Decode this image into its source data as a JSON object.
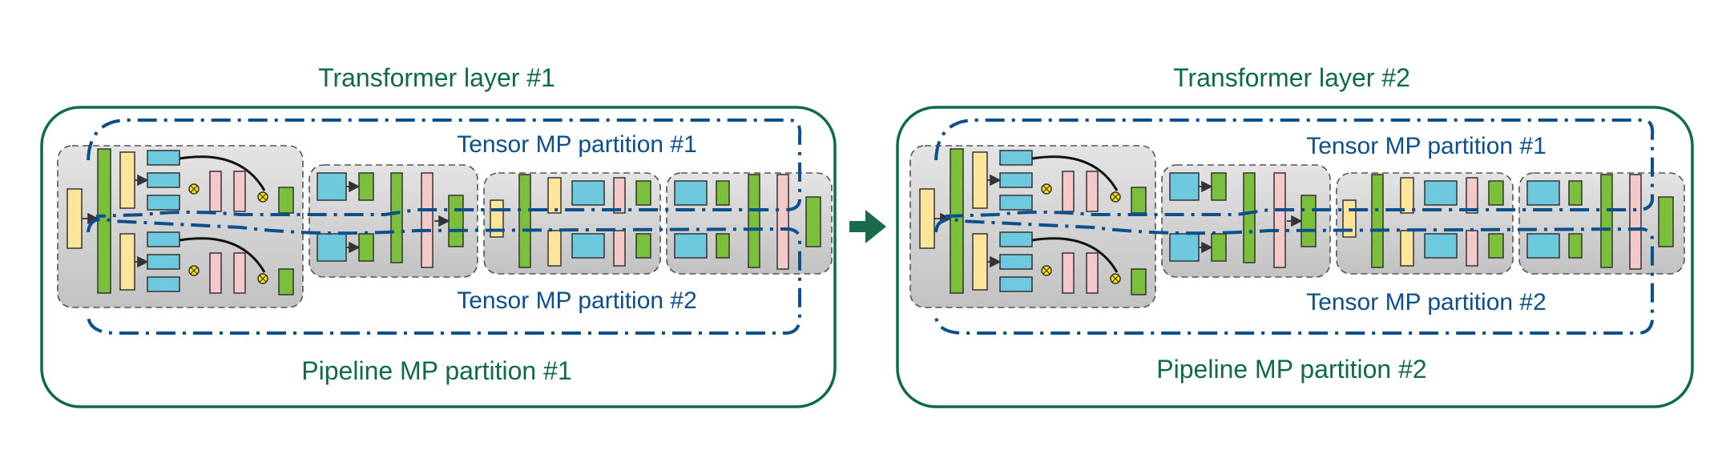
{
  "colors": {
    "pipeline_green": "#0e6b4a",
    "tensor_blue": "#0b4f8c",
    "block_fill": "#cfcfcf",
    "green_bar": "#7cbf3a",
    "yellow_bar": "#ffe59a",
    "cyan_bar": "#6cc9de",
    "pink_bar": "#f4c9c9",
    "arrow_dark": "#1a6b4a"
  },
  "layers": [
    {
      "title": "Transformer layer #1",
      "tensor_top": "Tensor MP partition #1",
      "tensor_bottom": "Tensor MP partition #2",
      "pipeline": "Pipeline MP partition #1"
    },
    {
      "title": "Transformer layer #2",
      "tensor_top": "Tensor MP partition #1",
      "tensor_bottom": "Tensor MP partition #2",
      "pipeline": "Pipeline MP partition #2"
    }
  ],
  "connector": {
    "icon": "right-arrow-icon"
  }
}
